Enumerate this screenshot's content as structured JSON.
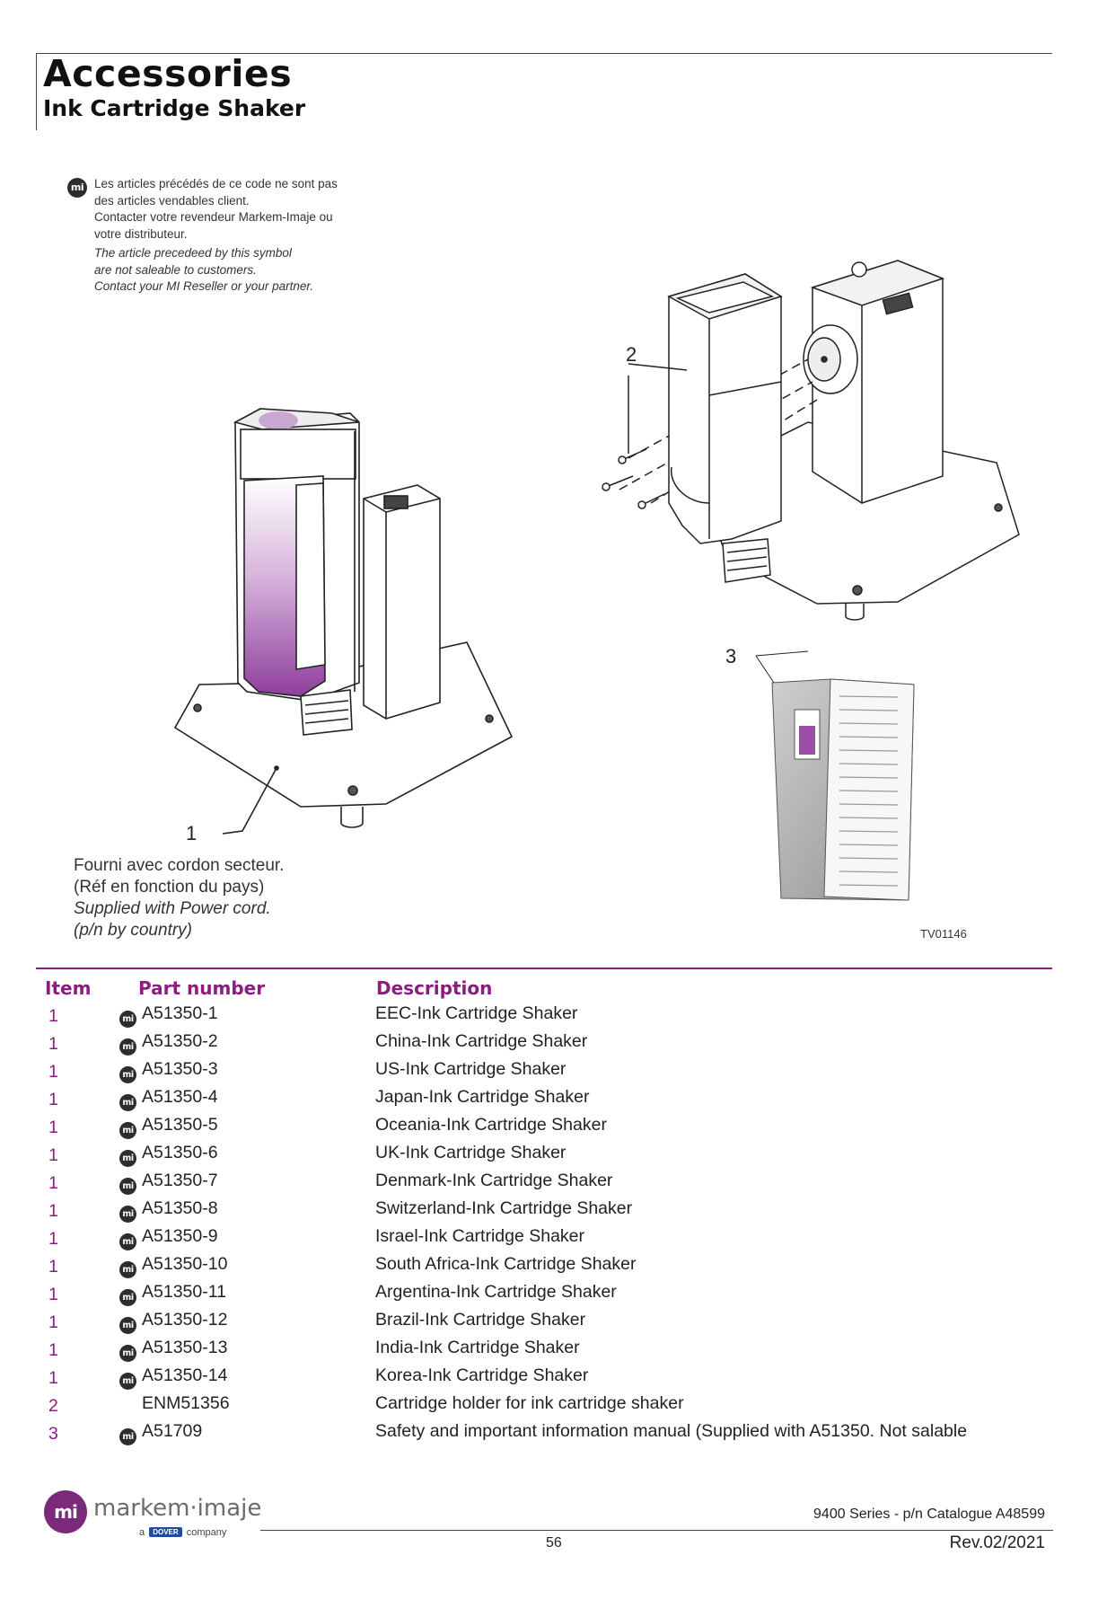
{
  "header": {
    "title": "Accessories",
    "subtitle": "Ink Cartridge Shaker"
  },
  "legend": {
    "icon": "mi-symbol-icon",
    "fr_lines": [
      "Les articles précédés de ce code ne sont pas",
      "des articles vendables client.",
      "Contacter votre revendeur Markem-Imaje ou",
      "votre distributeur."
    ],
    "en_lines": [
      "The article precedeed by this symbol",
      "are not saleable to customers.",
      "Contact your MI Reseller or your partner."
    ]
  },
  "callouts": {
    "one": "1",
    "two": "2",
    "three": "3"
  },
  "supplied": {
    "fr_1": "Fourni avec cordon secteur.",
    "fr_2": "(Réf en fonction du pays)",
    "en_1": "Supplied with Power cord.",
    "en_2": "(p/n by country)"
  },
  "figure_ref": "TV01146",
  "mi_symbol_text": "mi",
  "table": {
    "headers": {
      "item": "Item",
      "part_number": "Part number",
      "description": "Description"
    },
    "rows": [
      {
        "item": "1",
        "restricted": true,
        "part_number": "A51350-1",
        "description": "EEC-Ink Cartridge Shaker"
      },
      {
        "item": "1",
        "restricted": true,
        "part_number": "A51350-2",
        "description": "China-Ink Cartridge Shaker"
      },
      {
        "item": "1",
        "restricted": true,
        "part_number": "A51350-3",
        "description": "US-Ink Cartridge Shaker"
      },
      {
        "item": "1",
        "restricted": true,
        "part_number": "A51350-4",
        "description": "Japan-Ink Cartridge Shaker"
      },
      {
        "item": "1",
        "restricted": true,
        "part_number": "A51350-5",
        "description": "Oceania-Ink Cartridge Shaker"
      },
      {
        "item": "1",
        "restricted": true,
        "part_number": "A51350-6",
        "description": "UK-Ink Cartridge Shaker"
      },
      {
        "item": "1",
        "restricted": true,
        "part_number": "A51350-7",
        "description": "Denmark-Ink Cartridge Shaker"
      },
      {
        "item": "1",
        "restricted": true,
        "part_number": "A51350-8",
        "description": "Switzerland-Ink Cartridge Shaker"
      },
      {
        "item": "1",
        "restricted": true,
        "part_number": "A51350-9",
        "description": "Israel-Ink Cartridge Shaker"
      },
      {
        "item": "1",
        "restricted": true,
        "part_number": "A51350-10",
        "description": "South Africa-Ink Cartridge Shaker"
      },
      {
        "item": "1",
        "restricted": true,
        "part_number": "A51350-11",
        "description": "Argentina-Ink Cartridge Shaker"
      },
      {
        "item": "1",
        "restricted": true,
        "part_number": "A51350-12",
        "description": "Brazil-Ink Cartridge Shaker"
      },
      {
        "item": "1",
        "restricted": true,
        "part_number": "A51350-13",
        "description": "India-Ink Cartridge Shaker"
      },
      {
        "item": "1",
        "restricted": true,
        "part_number": "A51350-14",
        "description": "Korea-Ink Cartridge Shaker"
      },
      {
        "item": "2",
        "restricted": false,
        "part_number": "ENM51356",
        "description": "Cartridge holder for ink cartridge shaker"
      },
      {
        "item": "3",
        "restricted": true,
        "part_number": "A51709",
        "description": "Safety and important information manual (Supplied with A51350. Not salable"
      }
    ]
  },
  "footer": {
    "logo_mark": "mi",
    "brand": "markem·imaje",
    "sub_a": "a",
    "sub_dover": "DOVER",
    "sub_company": "company",
    "catalogue": "9400 Series - p/n Catalogue A48599",
    "page": "56",
    "revision": "Rev.02/2021"
  },
  "colors": {
    "accent": "#8a1d7f",
    "ink_purple": "#9b4fa8",
    "logo": "#7b2a7a"
  }
}
